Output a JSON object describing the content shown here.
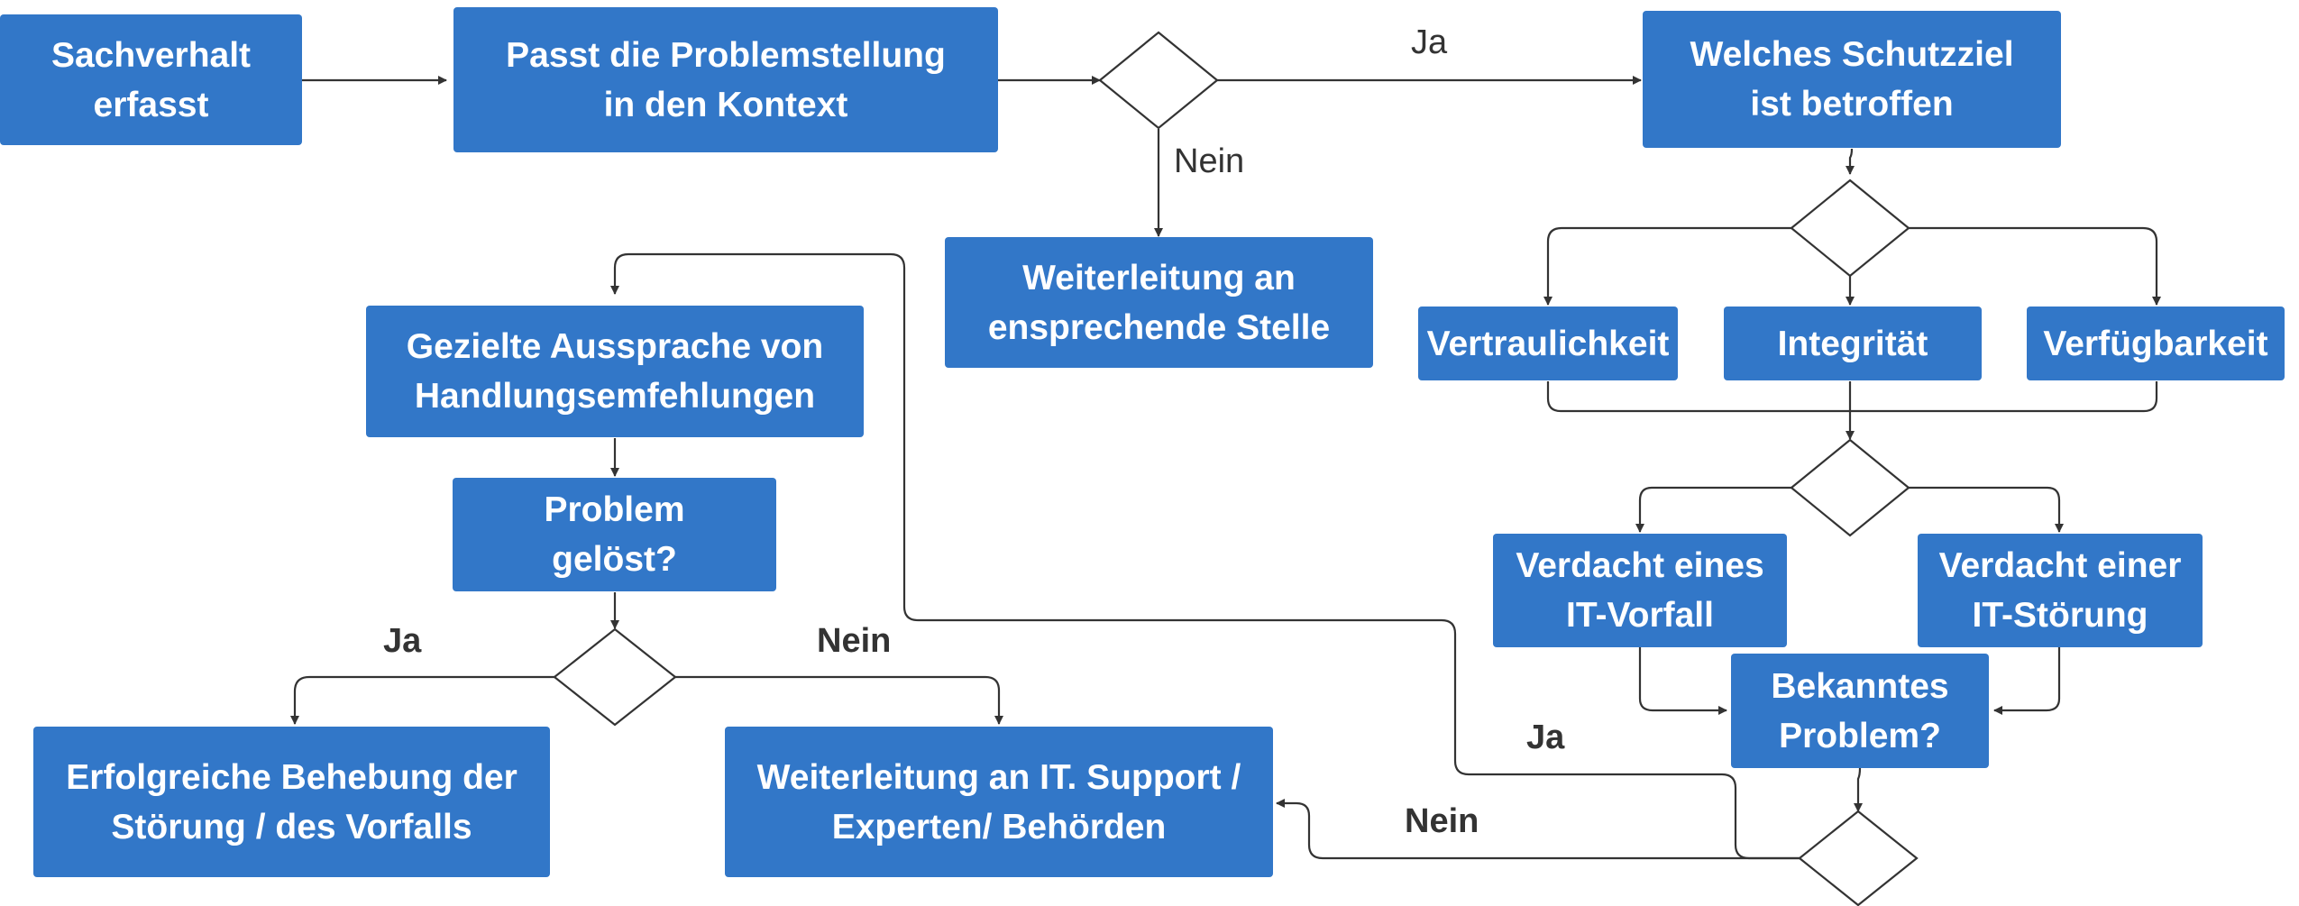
{
  "diagram": {
    "title": "",
    "nodes": {
      "sachverhalt": "Sachverhalt\nerfasst",
      "passt": "Passt die  Problemstellung\nin  den Kontext",
      "weiterleitung_stelle": "Weiterleitung an\nensprechende Stelle",
      "schutzziel": "Welches Schutzziel\nist betroffen",
      "vertraulichkeit": "Vertraulichkeit",
      "integritaet": "Integrität",
      "verfuegbarkeit": "Verfügbarkeit",
      "it_vorfall": "Verdacht eines\nIT-Vorfall",
      "it_stoerung": "Verdacht einer\nIT-Störung",
      "bekanntes_problem": "Bekanntes\nProblem?",
      "aussprache": "Gezielte Aussprache von\nHandlungsemfehlungen",
      "problem_geloest": "Problem\ngelöst?",
      "erfolgreiche_behebung": "Erfolgreiche Behebung  der\nStörung /  des Vorfalls",
      "weiterleitung_support": "Weiterleitung an IT.  Support /\nExperten/  Behörden"
    },
    "edge_labels": {
      "context_yes": "Ja",
      "context_no": "Nein",
      "solved_yes": "Ja",
      "solved_no": "Nein",
      "known_yes": "Ja",
      "known_no": "Nein"
    },
    "colors": {
      "node_fill": "#3277C8",
      "node_text": "#ffffff",
      "edge": "#333333"
    }
  }
}
